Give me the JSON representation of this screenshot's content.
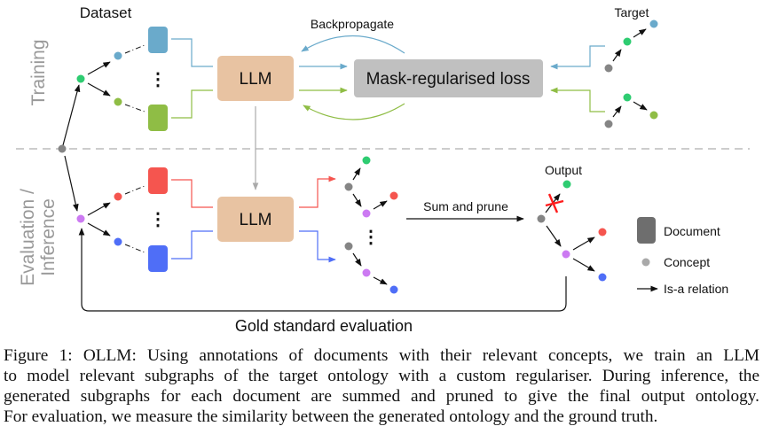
{
  "diagram": {
    "labels": {
      "dataset": "Dataset",
      "training": "Training",
      "evaluation_line1": "Evaluation /",
      "evaluation_line2": "Inference",
      "llm_top": "LLM",
      "llm_bottom": "LLM",
      "backpropagate": "Backpropagate",
      "loss": "Mask-regularised loss",
      "target": "Target",
      "sum_and_prune": "Sum and prune",
      "output": "Output",
      "gold_standard": "Gold standard evaluation",
      "ellipsis": "⋮"
    },
    "legend": [
      {
        "symbol": "document",
        "label": "Document"
      },
      {
        "symbol": "concept",
        "label": "Concept"
      },
      {
        "symbol": "arrow",
        "label": "Is-a relation"
      }
    ],
    "colors": {
      "blue_doc": "#6aaacb",
      "green_doc": "#8fbd45",
      "red_doc": "#f5554f",
      "royal_doc": "#4f6ef7",
      "llm": "#e8c3a2",
      "loss": "#c0c0c0",
      "concept_grey": "#858585",
      "concept_green": "#2ecc71",
      "concept_purple": "#cc7af2",
      "legend_doc": "#6e6e6e",
      "legend_concept": "#a9a9a9",
      "prune_cross": "#ff1c1c"
    }
  },
  "caption": {
    "lines": [
      "Figure 1: OLLM: Using annotations of documents with their relevant concepts, we train an LLM",
      "to model relevant subgraphs of the target ontology with a custom regulariser. During inference, the",
      "generated subgraphs for each document are summed and pruned to give the final output ontology.",
      "For evaluation, we measure the similarity between the generated ontology and the ground truth."
    ]
  }
}
